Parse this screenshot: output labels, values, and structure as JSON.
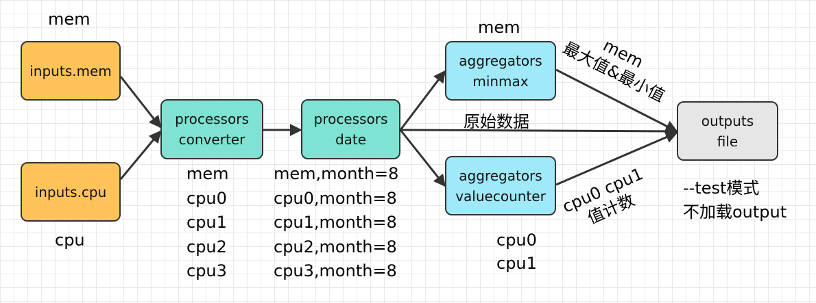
{
  "nodes": {
    "inputs_mem": {
      "line1": "inputs.mem"
    },
    "inputs_cpu": {
      "line1": "inputs.cpu"
    },
    "proc_converter": {
      "line1": "processors",
      "line2": "converter"
    },
    "proc_date": {
      "line1": "processors",
      "line2": "date"
    },
    "agg_minmax": {
      "line1": "aggregators",
      "line2": "minmax"
    },
    "agg_valuecounter": {
      "line1": "aggregators",
      "line2": "valuecounter"
    },
    "outputs_file": {
      "line1": "outputs",
      "line2": "file"
    }
  },
  "labels": {
    "mem_top": "mem",
    "cpu_bottom": "cpu",
    "mem_above_minmax": "mem",
    "raw_data": "原始数据"
  },
  "converter_output": [
    "mem",
    "cpu0",
    "cpu1",
    "cpu2",
    "cpu3"
  ],
  "date_output": [
    "mem,month=8",
    "cpu0,month=8",
    "cpu1,month=8",
    "cpu2,month=8",
    "cpu3,month=8"
  ],
  "valuecounter_output": [
    "cpu0",
    "cpu1"
  ],
  "minmax_edge_label": [
    "mem",
    "最大值&最小值"
  ],
  "valuecounter_edge_label": [
    "cpu0 cpu1",
    "值计数"
  ],
  "test_note": [
    "--test模式",
    "不加载output"
  ],
  "colors": {
    "input": "#fec35a",
    "processor": "#7ee3d2",
    "aggregator": "#9fe9f9",
    "output": "#e6e6e6",
    "stroke": "#333333"
  }
}
